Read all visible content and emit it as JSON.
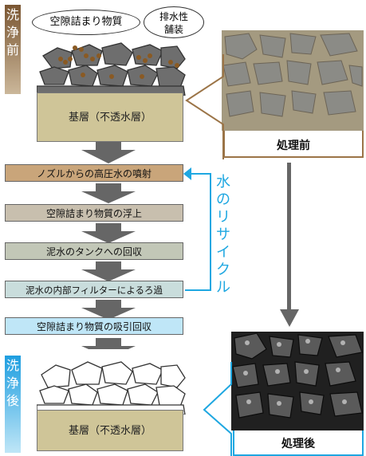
{
  "before": {
    "side_label": "洗浄前",
    "bubble_clog": "空隙詰まり物質",
    "bubble_pavement": "排水性\n舗装",
    "base_label": "基層（不透水層）",
    "photo_caption": "処理前"
  },
  "steps": [
    {
      "label": "ノズルからの高圧水の噴射",
      "color": "#c9a57a"
    },
    {
      "label": "空隙詰まり物質の浮上",
      "color": "#c8bfae"
    },
    {
      "label": "泥水のタンクへの回収",
      "color": "#c2c7b7"
    },
    {
      "label": "泥水の内部フィルターによるろ過",
      "color": "#c9dddc"
    },
    {
      "label": "空隙詰まり物質の吸引回収",
      "color": "#bfe6f7"
    }
  ],
  "recycle_label": "水のリサイクル",
  "after": {
    "side_label": "洗浄後",
    "base_label": "基層（不透水層）",
    "photo_caption": "処理後"
  },
  "colors": {
    "recycle": "#1ea7e1",
    "arrow": "#666666",
    "bracket_before": "#9b7447",
    "bracket_after": "#1ea7e1"
  }
}
